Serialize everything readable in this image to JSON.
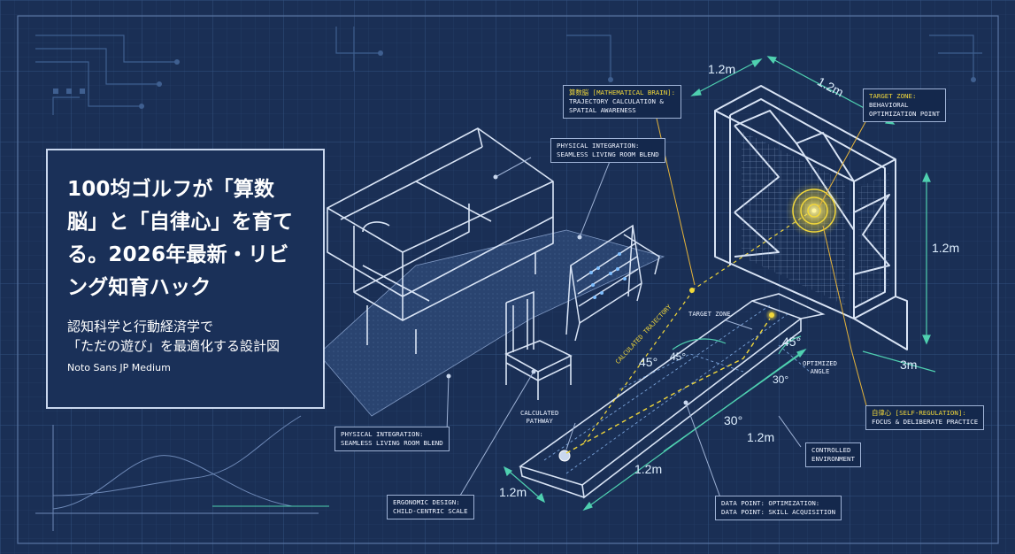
{
  "title_card": {
    "title": "100均ゴルフが「算数脳」と「自律心」を育てる。2026年最新・リビング知育ハック",
    "subtitle_line1": "認知科学と行動経済学で",
    "subtitle_line2": "「ただの遊び」を最適化する設計図",
    "font_note": "Noto Sans JP Medium"
  },
  "callouts": {
    "math_brain_line1": "算数脳 [MATHEMATICAL BRAIN]:",
    "math_brain_line2": "TRAJECTORY CALCULATION &",
    "math_brain_line3": "SPATIAL AWARENESS",
    "physical_top_line1": "PHYSICAL INTEGRATION:",
    "physical_top_line2": "SEAMLESS LIVING ROOM BLEND",
    "target_zone_line1": "TARGET ZONE:",
    "target_zone_line2": "BEHAVIORAL",
    "target_zone_line3": "OPTIMIZATION POINT",
    "physical_bottom_line1": "PHYSICAL INTEGRATION:",
    "physical_bottom_line2": "SEAMLESS LIVING ROOM BLEND",
    "ergonomic_line1": "ERGONOMIC DESIGN:",
    "ergonomic_line2": "CHILD-CENTRIC SCALE",
    "data_point_line1": "DATA POINT: OPTIMIZATION:",
    "data_point_line2": "DATA POINT: SKILL ACQUISITION",
    "controlled_line1": "CONTROLLED",
    "controlled_line2": "ENVIRONMENT",
    "self_reg_line1": "自律心 [SELF-REGULATION]:",
    "self_reg_line2": "FOCUS & DELIBERATE PRACTICE"
  },
  "annotations": {
    "target_zone": "TARGET ZONE",
    "calculated_trajectory": "CALCULATED TRAJECTORY",
    "calculated_pathway_line1": "CALCULATED",
    "calculated_pathway_line2": "PATHWAY",
    "optimized_angle_line1": "OPTIMIZED",
    "optimized_angle_line2": "ANGLE"
  },
  "dimensions": {
    "net_top_left": "1.2m",
    "net_top_right": "1.2m",
    "net_height": "1.2m",
    "net_depth": "3m",
    "ramp_side": "1.2m",
    "ramp_length": "1.2m",
    "ramp_front": "1.2m",
    "angle_ramp": "30°",
    "angle_small": "30°",
    "angle_45_left": "45°",
    "angle_45_mid": "45°",
    "angle_45_right": "45°"
  },
  "colors": {
    "background": "#1a2f55",
    "grid": "#2e4a78",
    "line": "#c9d7ee",
    "highlight": "#f2d83a",
    "callout_line": "#e6b43a"
  }
}
